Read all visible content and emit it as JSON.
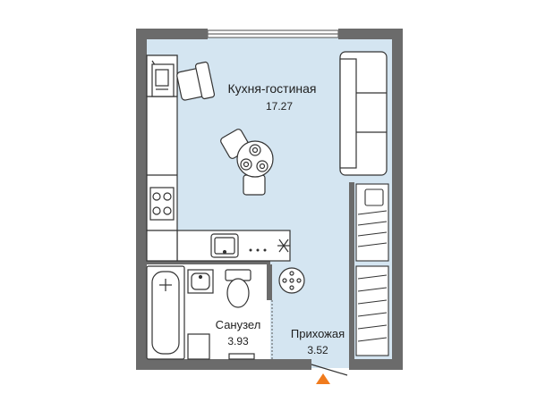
{
  "rooms": [
    {
      "name": "Кухня-гостиная",
      "area": "17.27"
    },
    {
      "name": "Санузел",
      "area": "3.93"
    },
    {
      "name": "Прихожая",
      "area": "3.52"
    }
  ],
  "colors": {
    "wall": "#6b6b6b",
    "room_fill": "#d4e5f1",
    "bath_fill": "#ffffff",
    "furniture_line": "#333333",
    "entrance_marker": "#f07b1d"
  }
}
